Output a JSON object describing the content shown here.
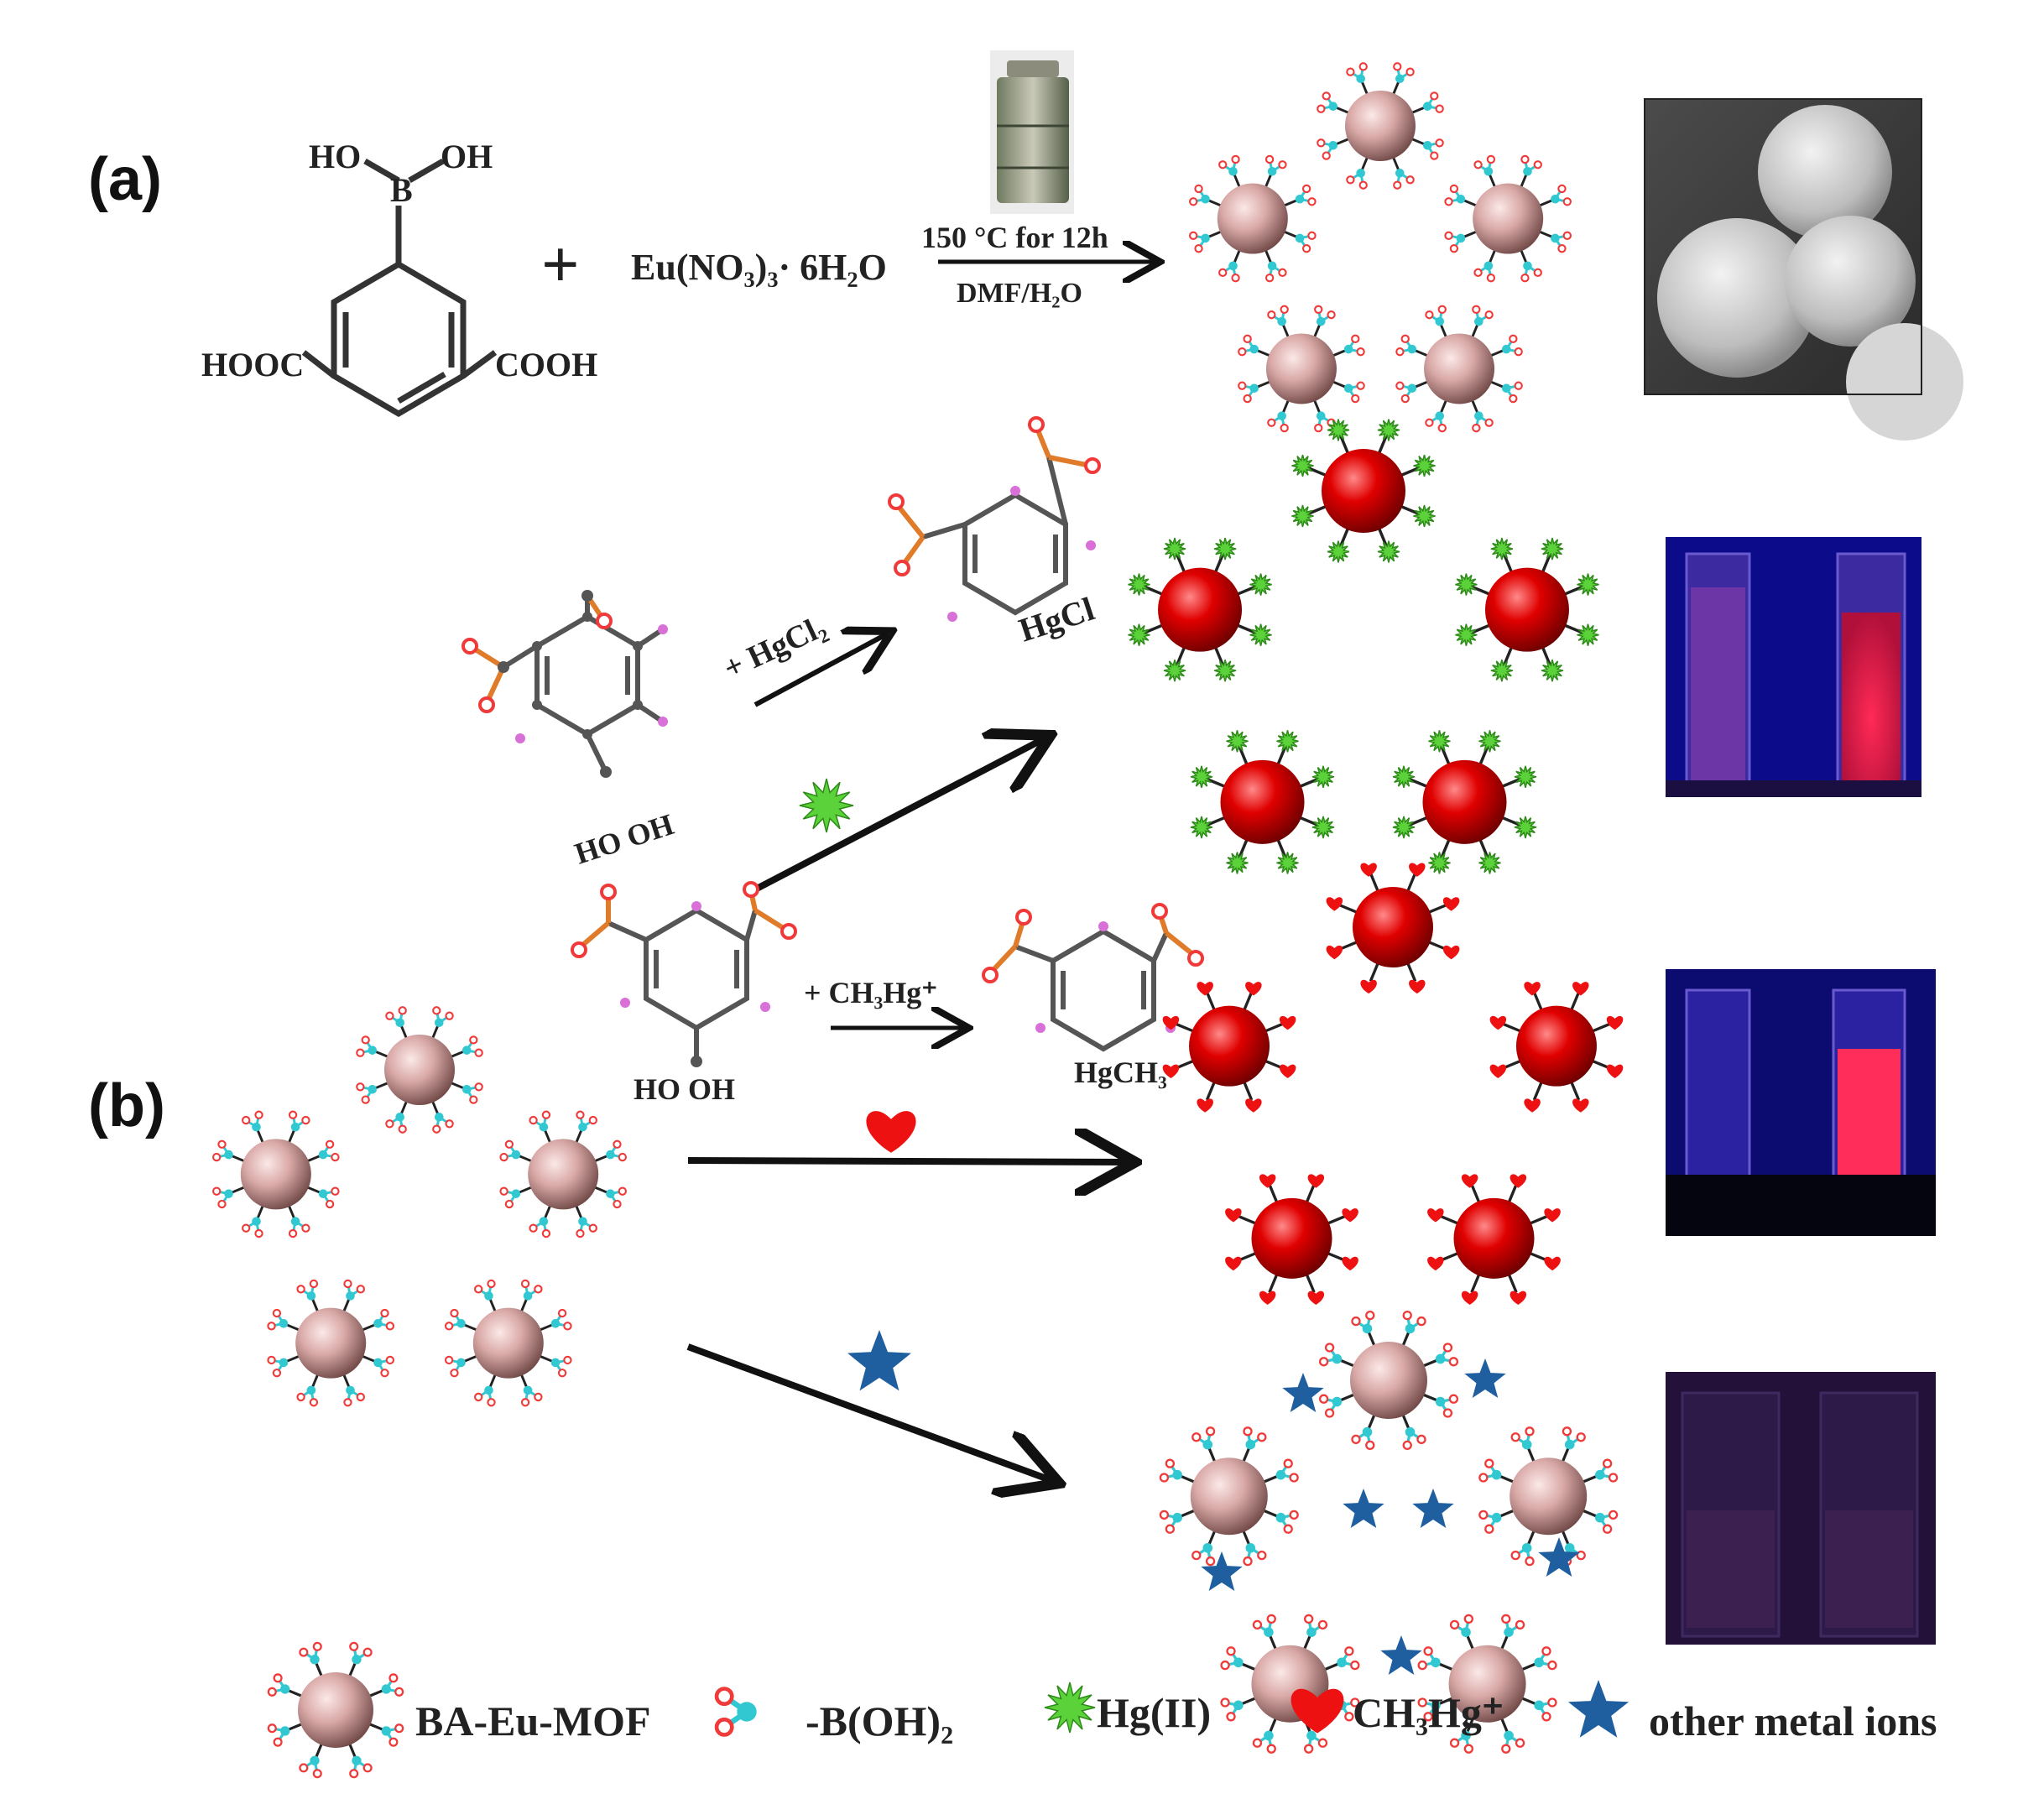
{
  "panels": {
    "a": "(a)",
    "b": "(b)"
  },
  "reaction_a": {
    "plus": "+",
    "reagent": "Eu(NO₃)₃· 6H₂O",
    "condition_top": "150 °C for 12h",
    "condition_bottom": "DMF/H₂O"
  },
  "ligand": {
    "ho_left": "HO",
    "b_atom": "B",
    "oh_right": "OH",
    "cooh_left": "HOOC",
    "cooh_right": "COOH"
  },
  "structure_labels": {
    "hgcl": "HgCl",
    "hgch3": "HgCH₃",
    "b_oh_upper": "HO OH",
    "b_oh_lower": "HO OH"
  },
  "arrows": {
    "hgcl2": "+ HgCl₂",
    "ch3hg": "+ CH₃Hg⁺"
  },
  "legend": {
    "mof": "BA-Eu-MOF",
    "boronic": "-B(OH)₂",
    "hg2": "Hg(II)",
    "ch3hg": "CH₃Hg⁺",
    "other": "other metal ions"
  },
  "colors": {
    "mof_sphere": "#d9a9a7",
    "red_sphere": "#e00000",
    "hg_green": "#5cd23a",
    "heart_red": "#ee1111",
    "star_blue": "#1f5fa0",
    "boronic_cyan": "#32c8d2",
    "boronic_red": "#f03a3a"
  },
  "icons": {
    "mof": "mof-sphere-icon",
    "boronic": "boronic-acid-icon",
    "hg2": "green-burst-icon",
    "ch3hg": "heart-icon",
    "other": "star-icon"
  }
}
